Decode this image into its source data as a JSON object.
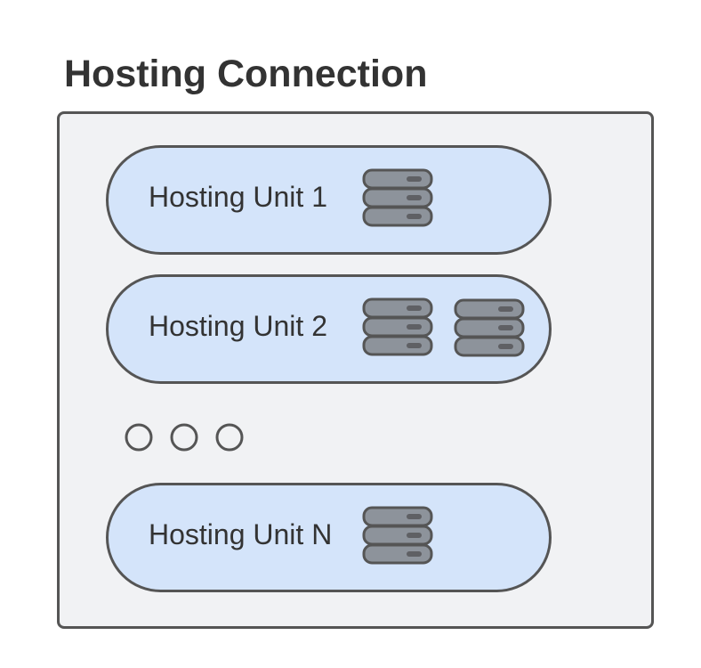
{
  "title": "Hosting Connection",
  "colors": {
    "outline": "#555555",
    "container_fill": "#f1f2f4",
    "unit_fill": "#d4e4fa",
    "server_fill": "#8d939b",
    "server_led": "#5f6064",
    "text": "#333333"
  },
  "units": [
    {
      "label": "Hosting Unit 1",
      "server_count": 1
    },
    {
      "label": "Hosting Unit 2",
      "server_count": 2
    },
    {
      "label": "Hosting Unit N",
      "server_count": 1
    }
  ],
  "ellipsis": {
    "icon": "ellipsis-circles-icon",
    "count": 3
  }
}
